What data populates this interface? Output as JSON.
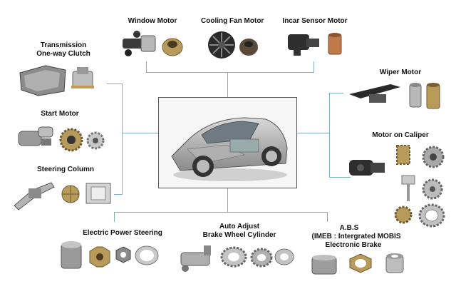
{
  "labels": {
    "window_motor": "Window Motor",
    "cooling_fan_motor": "Cooling Fan Motor",
    "incar_sensor_motor": "Incar Sensor Motor",
    "transmission_1": "Transmission",
    "transmission_2": "One-way Clutch",
    "start_motor": "Start Motor",
    "steering_column": "Steering  Column",
    "wiper_motor": "Wiper Motor",
    "motor_on_caliper": "Motor on Caliper",
    "eps": "Electric Power Steering",
    "auto_adjust_1": "Auto Adjust",
    "auto_adjust_2": "Brake Wheel Cylinder",
    "abs_1": "A.B.S",
    "abs_2": "(IMEB : Intergrated MOBIS",
    "abs_3": "Electronic Brake"
  },
  "colors": {
    "connector": "#7fb0c4",
    "metal_dark": "#3a3a3a",
    "metal_light": "#b8b8b8",
    "brass": "#b89a5a",
    "copper": "#c07a4a"
  },
  "icons": {
    "car": "car-cutaway-icon",
    "motor": "motor-icon",
    "gear": "gear-icon",
    "bushing": "bushing-icon",
    "ring": "ring-icon"
  }
}
